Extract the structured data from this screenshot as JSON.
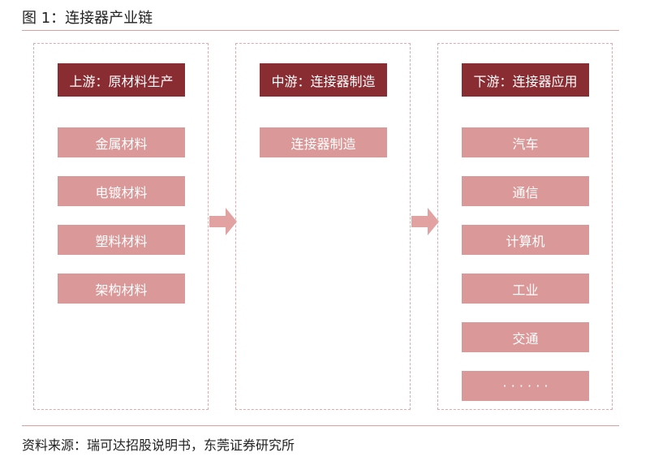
{
  "title": "图 1：连接器产业链",
  "source": "资料来源：瑞可达招股说明书，东莞证券研究所",
  "colors": {
    "header_bg": "#8a2d33",
    "item_bg": "#db9898",
    "border": "#e1a9a9",
    "arrow": "#e3a2a2"
  },
  "panels": [
    {
      "header": "上游：原材料生产",
      "items": [
        "金属材料",
        "电镀材料",
        "塑料材料",
        "架构材料"
      ]
    },
    {
      "header": "中游：连接器制造",
      "items": [
        "连接器制造"
      ]
    },
    {
      "header": "下游：连接器应用",
      "items": [
        "汽车",
        "通信",
        "计算机",
        "工业",
        "交通",
        "· · · · · ·"
      ]
    }
  ]
}
